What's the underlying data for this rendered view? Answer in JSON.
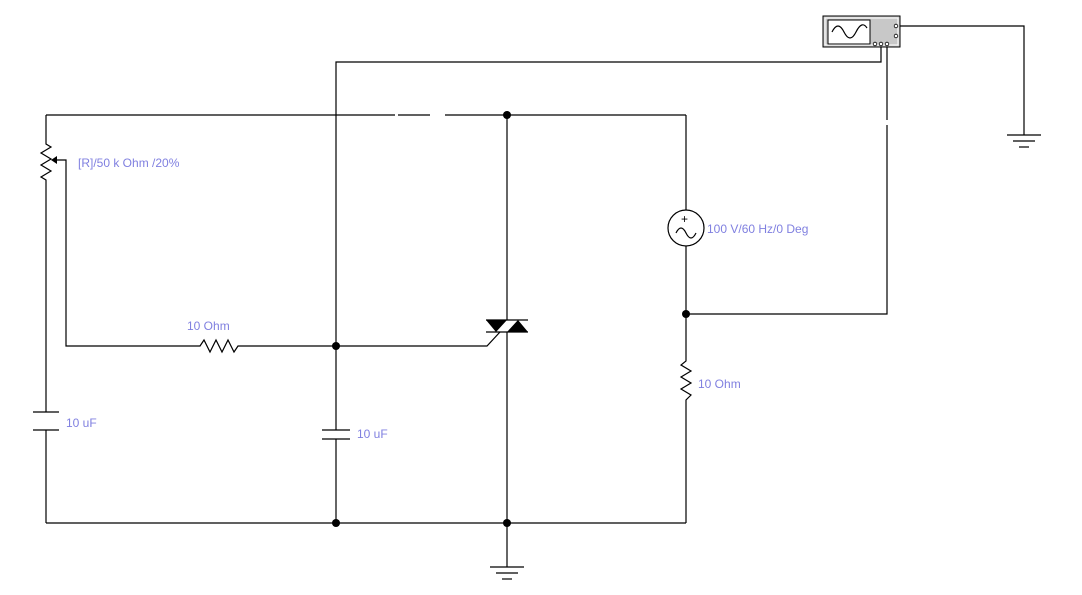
{
  "colors": {
    "wire": "#000000",
    "label": "#8080e0",
    "background": "#ffffff",
    "scope_body": "#c8c8c8"
  },
  "components": {
    "potentiometer": {
      "label": "[R]/50 k Ohm /20%"
    },
    "gate_resistor": {
      "label": "10  Ohm"
    },
    "load_resistor": {
      "label": "10  Ohm"
    },
    "left_capacitor": {
      "label": "10 uF"
    },
    "middle_capacitor": {
      "label": "10 uF"
    },
    "ac_source": {
      "label": "100 V/60 Hz/0 Deg",
      "plus_symbol": "+",
      "wave_icon": "sine-wave-icon"
    },
    "triac": {
      "icon": "triac-icon"
    },
    "oscilloscope": {
      "icon": "oscilloscope-icon"
    },
    "ground_bottom": {
      "icon": "ground-icon"
    },
    "ground_right": {
      "icon": "ground-icon"
    }
  }
}
